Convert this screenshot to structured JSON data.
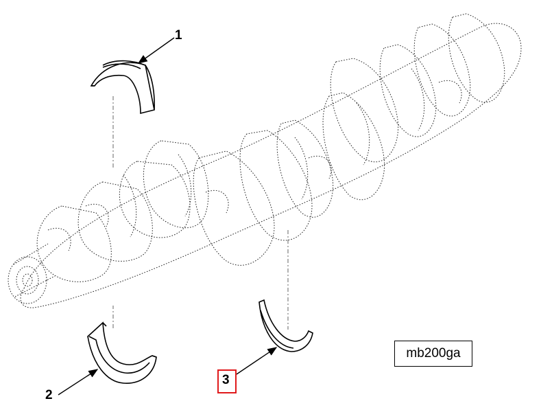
{
  "callouts": {
    "upper_bearing": "1",
    "lower_bearing": "2",
    "thrust_bearing": "3"
  },
  "reference_code": "mb200ga",
  "colors": {
    "line": "#000000",
    "highlight": "#e0191b",
    "background": "#ffffff"
  }
}
